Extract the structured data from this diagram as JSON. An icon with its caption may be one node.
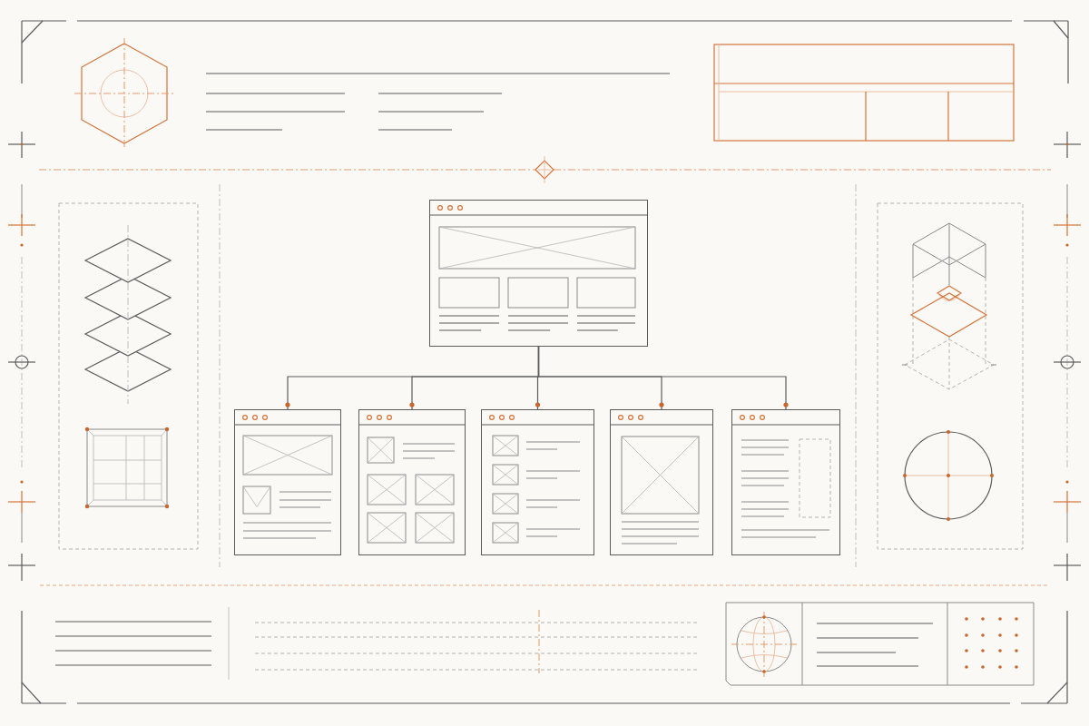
{
  "diagram": {
    "nodes": [
      {
        "text": [],
        "shape": "box"
      },
      {
        "text": [],
        "shape": "box"
      },
      {
        "text": [],
        "shape": "box"
      },
      {
        "text": [],
        "shape": "box"
      },
      {
        "text": [],
        "shape": "box"
      },
      {
        "text": [],
        "shape": "box"
      }
    ],
    "edges": [
      {
        "from": 0,
        "to": 1,
        "arrow": "other"
      },
      {
        "from": 0,
        "to": 2,
        "arrow": "other"
      },
      {
        "from": 0,
        "to": 3,
        "arrow": "other"
      },
      {
        "from": 0,
        "to": 4,
        "arrow": "other"
      },
      {
        "from": 0,
        "to": 5,
        "arrow": "other"
      }
    ]
  }
}
